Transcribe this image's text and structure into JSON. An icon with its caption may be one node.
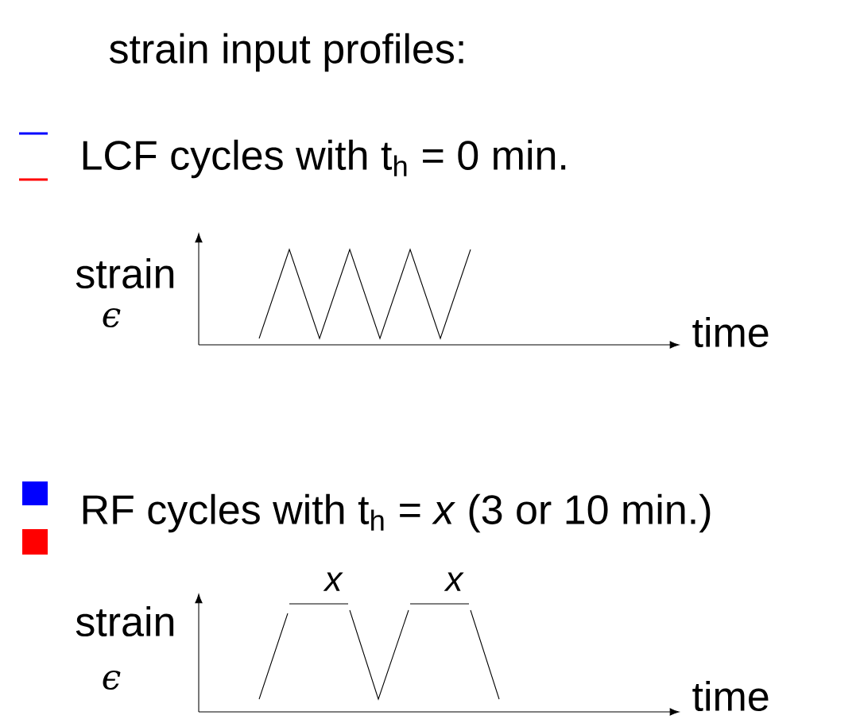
{
  "diagram": {
    "title": "strain input profiles:",
    "labels": [
      "LCF cycles with t$_{h}$ = 0 min.",
      "strain",
      "ϵ",
      "time",
      "RF cycles with t$_{h}$ = *x* (3 or 10 min.)",
      "*x*",
      "*x*",
      "strain",
      "ϵ",
      "time"
    ]
  }
}
